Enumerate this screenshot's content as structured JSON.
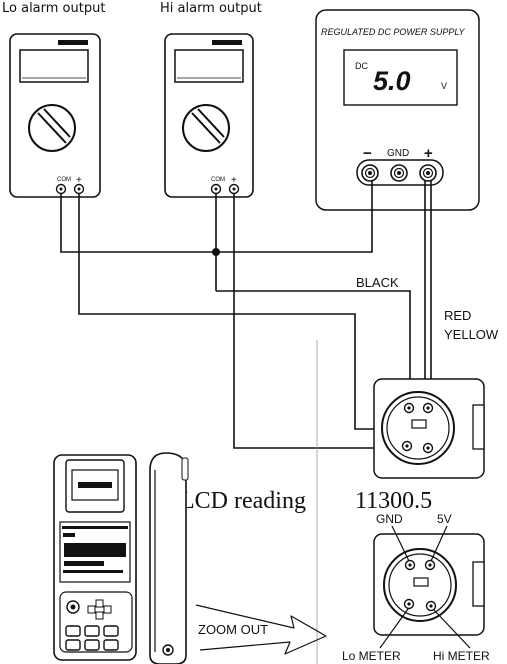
{
  "labels": {
    "lo_alarm_output": "Lo alarm output",
    "hi_alarm_output": "Hi alarm output",
    "power_supply_title": "REGULATED DC POWER SUPPLY",
    "dc": "DC",
    "voltage_reading": "5.0",
    "volt_unit": "V",
    "minus": "−",
    "gnd_terminal": "GND",
    "plus": "+",
    "meter_com": "COM",
    "meter_plus": "+",
    "black": "BLACK",
    "red": "RED",
    "yellow": "YELLOW",
    "if_lcd_reading": "If LCD reading",
    "lcd_value": "11300.5",
    "connector_gnd": "GND",
    "connector_5v": "5V",
    "lo_meter": "Lo METER",
    "hi_meter": "Hi METER",
    "zoom_out": "ZOOM OUT"
  }
}
